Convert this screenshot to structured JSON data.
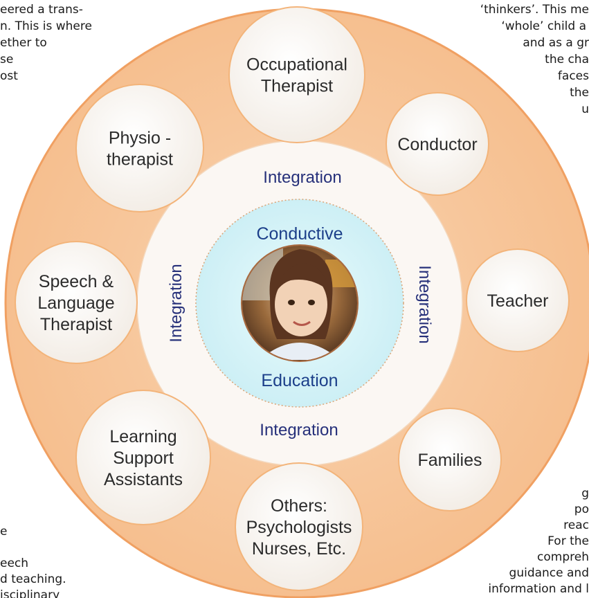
{
  "background_text": {
    "top_left": [
      "eered a trans-",
      "n. This is where",
      "ether to",
      "se",
      "ost"
    ],
    "top_right": [
      "‘thinkers’. This me",
      "‘whole’ child a",
      "and as a gr",
      "the cha",
      "faces",
      "the",
      "u"
    ],
    "bottom_left": [
      "e",
      "eech",
      "d teaching.",
      "isciplinary"
    ],
    "bottom_right": [
      "g",
      "po",
      "reac",
      "For the",
      "compreh",
      "guidance and",
      "information and l"
    ]
  },
  "diagram": {
    "outer_nodes": [
      {
        "id": "occupational-therapist",
        "lines": [
          "Occupational",
          "Therapist"
        ]
      },
      {
        "id": "conductor",
        "lines": [
          "Conductor"
        ]
      },
      {
        "id": "teacher",
        "lines": [
          "Teacher"
        ]
      },
      {
        "id": "families",
        "lines": [
          "Families"
        ]
      },
      {
        "id": "others",
        "lines": [
          "Others:",
          "Psychologists",
          "Nurses, Etc."
        ]
      },
      {
        "id": "learning-support-assistants",
        "lines": [
          "Learning",
          "Support",
          "Assistants"
        ]
      },
      {
        "id": "speech-language-therapist",
        "lines": [
          "Speech &",
          "Language",
          "Therapist"
        ]
      },
      {
        "id": "physiotherapist",
        "lines": [
          "Physio -",
          "therapist"
        ]
      }
    ],
    "integration_labels": {
      "top": "Integration",
      "right": "Integration",
      "bottom": "Integration",
      "left": "Integration"
    },
    "center": {
      "top_label": "Conductive",
      "bottom_label": "Education",
      "photo_icon": "child-portrait"
    },
    "colors": {
      "outer_ring": "#f7c59b",
      "outer_ring_border": "#f0a062",
      "node_fill": "#fbf8f5",
      "inner_ring": "#fbf7f3",
      "core_fill": "#d8f3f7",
      "integration_text": "#26307a",
      "center_text": "#1c3f8a"
    }
  }
}
